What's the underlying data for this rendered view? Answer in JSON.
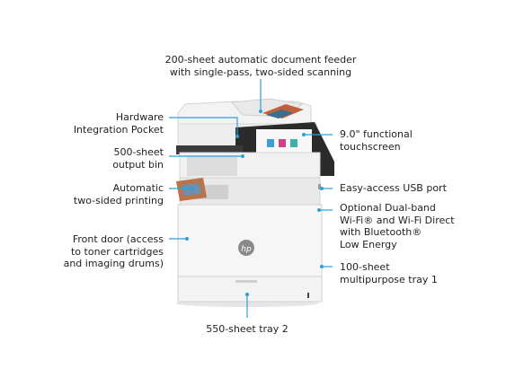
{
  "brand": {
    "logo_text": "hp"
  },
  "colors": {
    "accent": "#2e9fd6",
    "printer_body": "#f2f2f2",
    "panel": "#2b2b2b"
  },
  "callouts": {
    "feeder": "200-sheet automatic document feeder\nwith single-pass, two-sided scanning",
    "hip": "Hardware\nIntegration Pocket",
    "output_bin": "500-sheet\noutput bin",
    "two_sided": "Automatic\ntwo-sided printing",
    "front_door": "Front door (access\nto toner cartridges\nand imaging drums)",
    "touchscreen": "9.0\" functional\ntouchscreen",
    "usb": "Easy-access USB port",
    "wifi": "Optional Dual-band\nWi-Fi® and Wi-Fi Direct\nwith Bluetooth®\nLow Energy",
    "mp_tray": "100-sheet\nmultipurpose tray 1",
    "tray2": "550-sheet tray 2"
  }
}
